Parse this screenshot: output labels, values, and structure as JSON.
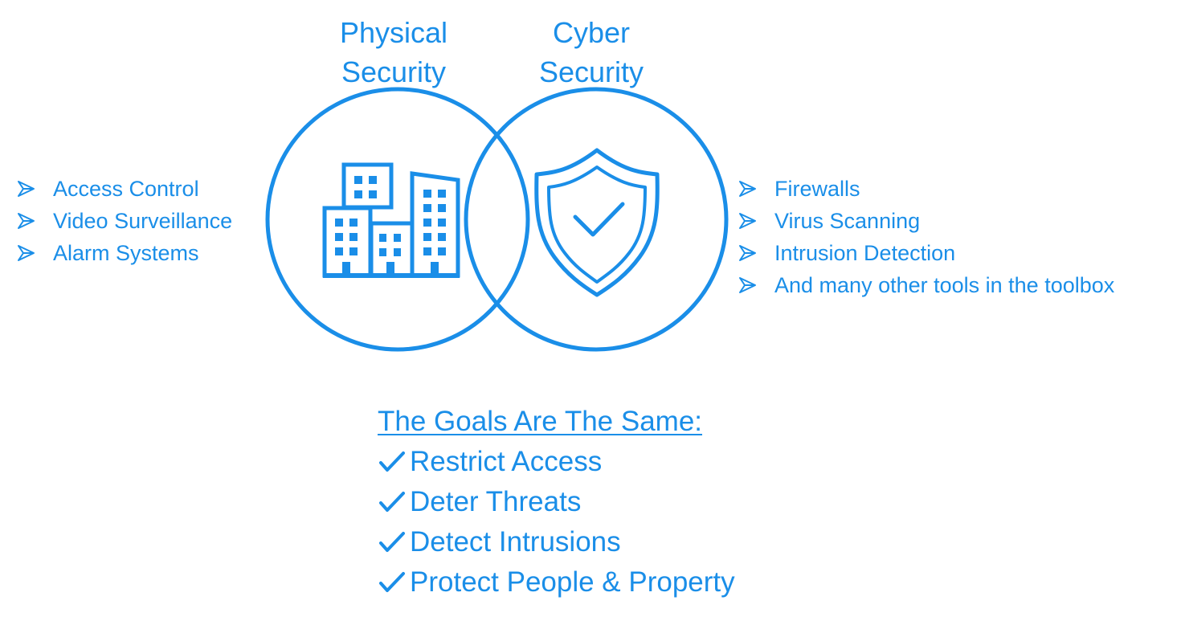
{
  "titles": {
    "physical": [
      "Physical",
      "Security"
    ],
    "cyber": [
      "Cyber",
      "Security"
    ]
  },
  "physical_items": [
    "Access Control",
    "Video Surveillance",
    "Alarm Systems"
  ],
  "cyber_items": [
    "Firewalls",
    "Virus Scanning",
    "Intrusion Detection",
    "And many other tools in the toolbox"
  ],
  "goals": {
    "heading": "The Goals Are The Same:",
    "items": [
      "Restrict Access",
      "Deter Threats",
      "Detect Intrusions",
      "Protect People & Property"
    ]
  },
  "icons": {
    "physical": "office-buildings-icon",
    "cyber": "shield-check-icon",
    "bullet": "arrow-bullet-icon",
    "goal": "checkmark-icon"
  },
  "colors": {
    "accent": "#1a8ee8",
    "circle": "#1a8ee8"
  }
}
